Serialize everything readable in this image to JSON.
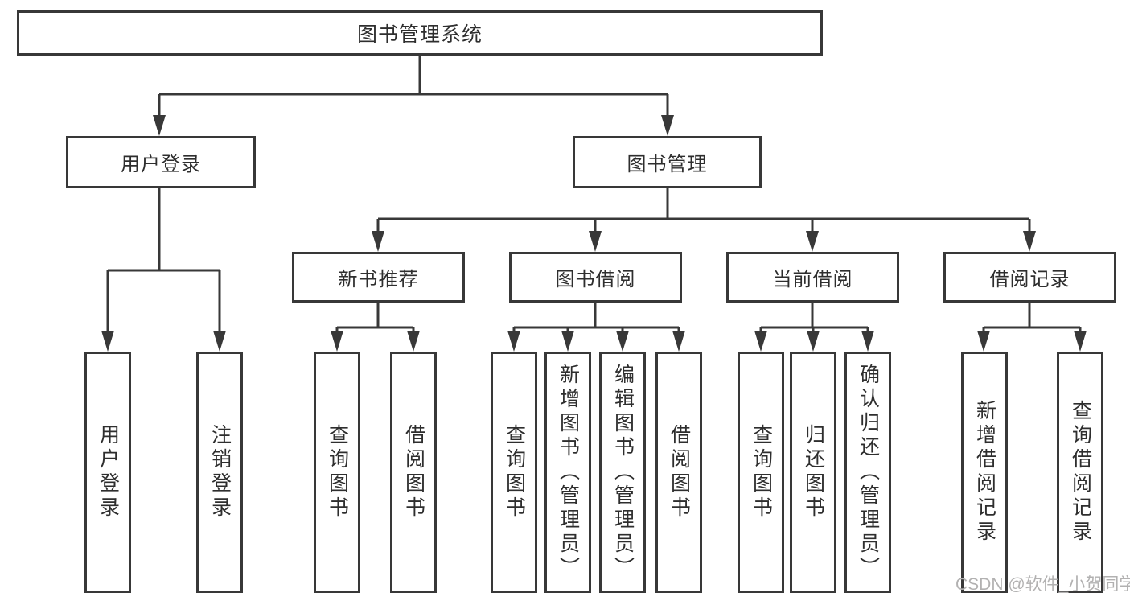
{
  "colors": {
    "line": "#383838",
    "text": "#2e2e2e",
    "box_bg": "#ffffff",
    "page_bg": "#ffffff",
    "watermark": "#b2b1b1"
  },
  "chart": {
    "root": {
      "label": "图书管理系统"
    },
    "level2": [
      {
        "label": "用户登录"
      },
      {
        "label": "图书管理"
      }
    ],
    "level3": [
      {
        "label": "新书推荐"
      },
      {
        "label": "图书借阅"
      },
      {
        "label": "当前借阅"
      },
      {
        "label": "借阅记录"
      }
    ],
    "leaves": [
      {
        "label": "用户登录"
      },
      {
        "label": "注销登录"
      },
      {
        "label": "查询图书"
      },
      {
        "label": "借阅图书"
      },
      {
        "label": "查询图书"
      },
      {
        "label": "新增图书（管理员）"
      },
      {
        "label": "编辑图书（管理员）"
      },
      {
        "label": "借阅图书"
      },
      {
        "label": "查询图书"
      },
      {
        "label": "归还图书"
      },
      {
        "label": "确认归还（管理员）"
      },
      {
        "label": "新增借阅记录"
      },
      {
        "label": "查询借阅记录"
      }
    ]
  },
  "watermark": {
    "text": "CSDN @软件_小贺同学"
  }
}
